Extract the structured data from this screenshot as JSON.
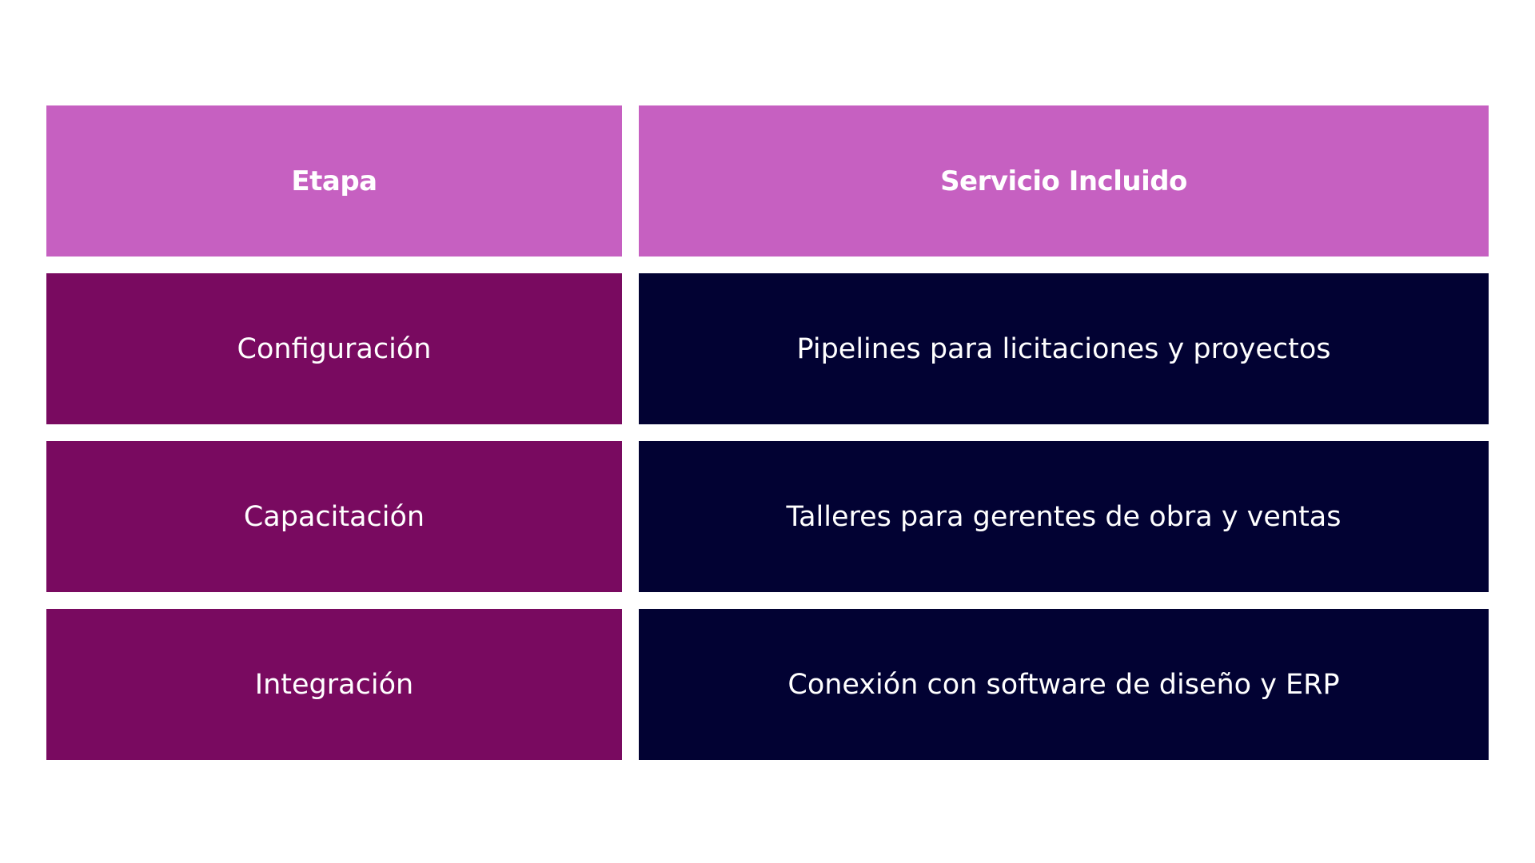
{
  "table": {
    "headers": [
      "Etapa",
      "Servicio Incluido"
    ],
    "rows": [
      [
        "Configuración",
        "Pipelines para licitaciones y proyectos"
      ],
      [
        "Capacitación",
        "Talleres para gerentes de obra y ventas"
      ],
      [
        "Integración",
        "Conexión con software de diseño y ERP"
      ]
    ]
  },
  "colors": {
    "header_bg": "#c660c1",
    "stage_bg": "#790a60",
    "service_bg": "#020233",
    "text": "#ffffff"
  }
}
